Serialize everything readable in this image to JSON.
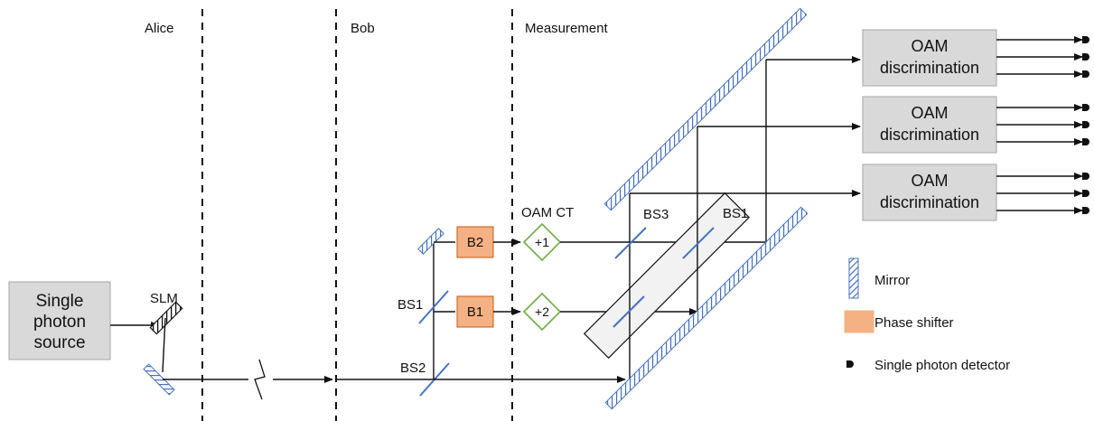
{
  "regions": {
    "alice": "Alice",
    "bob": "Bob",
    "measurement": "Measurement"
  },
  "source": {
    "line1": "Single",
    "line2": "photon",
    "line3": "source"
  },
  "components": {
    "slm": "SLM",
    "bs1_bob": "BS1",
    "bs2_bob": "BS2",
    "bs3": "BS3",
    "bs1_meas": "BS1",
    "b1": "B1",
    "b2": "B2",
    "oam_ct": "OAM CT",
    "ct_plus1": "+1",
    "ct_plus2": "+2"
  },
  "oam_boxes": [
    {
      "line1": "OAM",
      "line2": "discrimination"
    },
    {
      "line1": "OAM",
      "line2": "discrimination"
    },
    {
      "line1": "OAM",
      "line2": "discrimination"
    }
  ],
  "legend": {
    "mirror": "Mirror",
    "phase_shifter": "Phase shifter",
    "detector": "Single photon detector"
  },
  "colors": {
    "mirror": "#4472c4",
    "phase_shifter": "#f4b183",
    "phase_shifter_border": "#c55a11",
    "oam_box": "#d9d9d9",
    "coupler": "#70ad47"
  }
}
